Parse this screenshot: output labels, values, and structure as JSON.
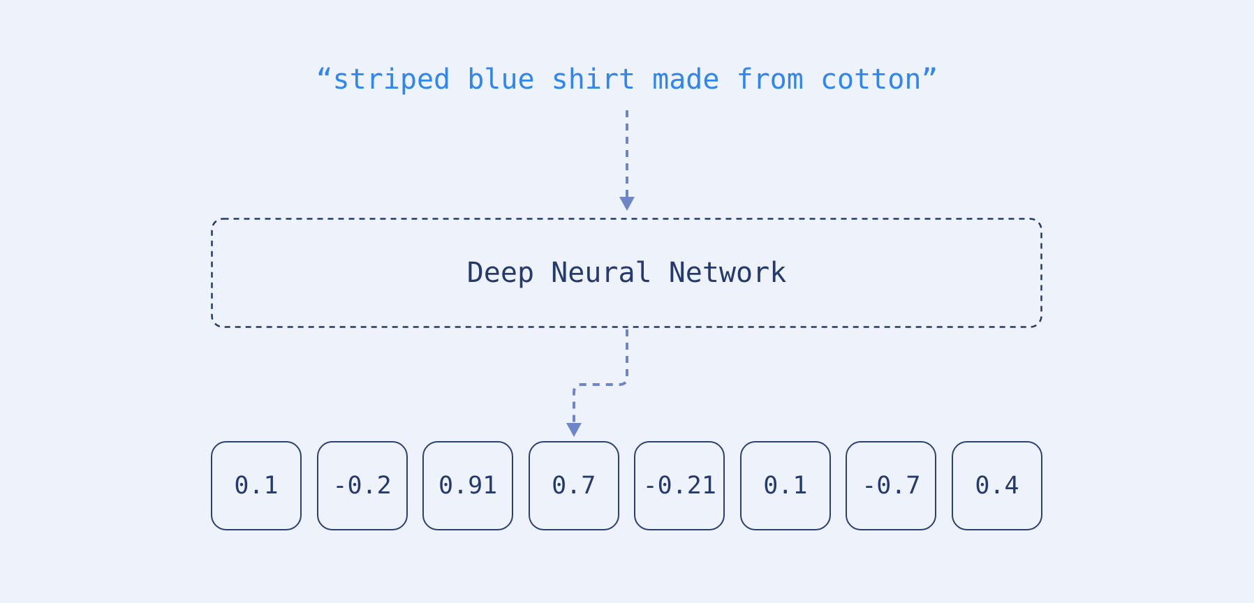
{
  "page": {
    "background_color": "#eef2fb"
  },
  "colors": {
    "accent_blue": "#2f86f0",
    "navy": "#243a6d",
    "box_border_navy": "#2a3f72",
    "arrow_periwinkle": "#6e85c7"
  },
  "input_text": {
    "quoted": "“striped blue shirt made from cotton”"
  },
  "network": {
    "label": "Deep Neural Network"
  },
  "embedding": {
    "values": [
      "0.1",
      "-0.2",
      "0.91",
      "0.7",
      "-0.21",
      "0.1",
      "-0.7",
      "0.4"
    ]
  }
}
